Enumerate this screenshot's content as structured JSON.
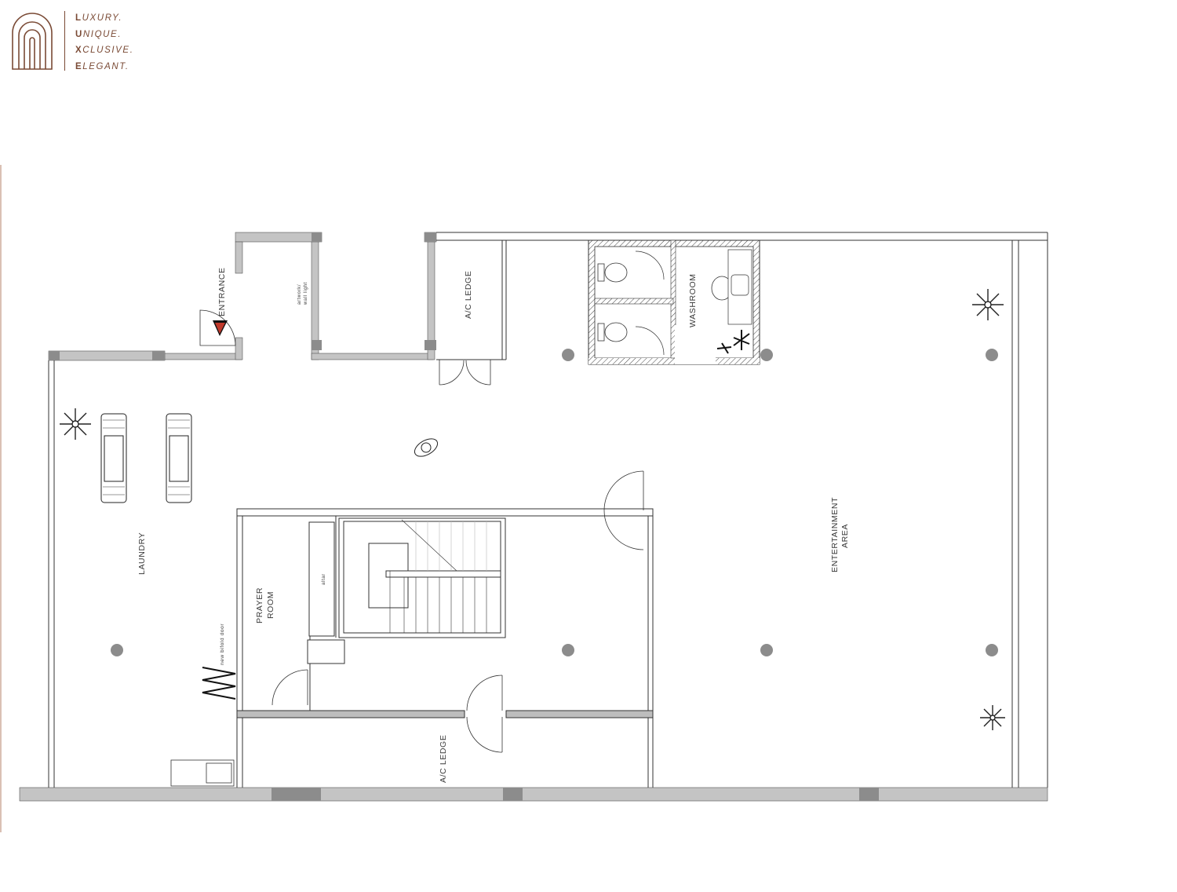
{
  "brand": {
    "tagline": [
      {
        "initial": "L",
        "rest": "UXURY."
      },
      {
        "initial": "U",
        "rest": "NIQUE."
      },
      {
        "initial": "X",
        "rest": "CLUSIVE."
      },
      {
        "initial": "E",
        "rest": "LEGANT."
      }
    ],
    "accent_color": "#7a4a35"
  },
  "plan": {
    "rooms": {
      "entrance": "ENTRANCE",
      "artwork_line1": "artwork/",
      "artwork_line2": "wall light",
      "ac_ledge_top": "A/C LEDGE",
      "washroom": "WASHROOM",
      "laundry": "LAUNDRY",
      "prayer_line1": "PRAYER",
      "prayer_line2": "ROOM",
      "altar": "altar",
      "bifold_door": "new bifold door",
      "ac_ledge_bottom": "A/C LEDGE",
      "entertainment_line1": "ENTERTAINMENT",
      "entertainment_line2": "AREA"
    },
    "colors": {
      "wall": "#bdbdbd",
      "column": "#8c8c8c",
      "line": "#222222",
      "entrance_marker": "#c0392b"
    }
  }
}
